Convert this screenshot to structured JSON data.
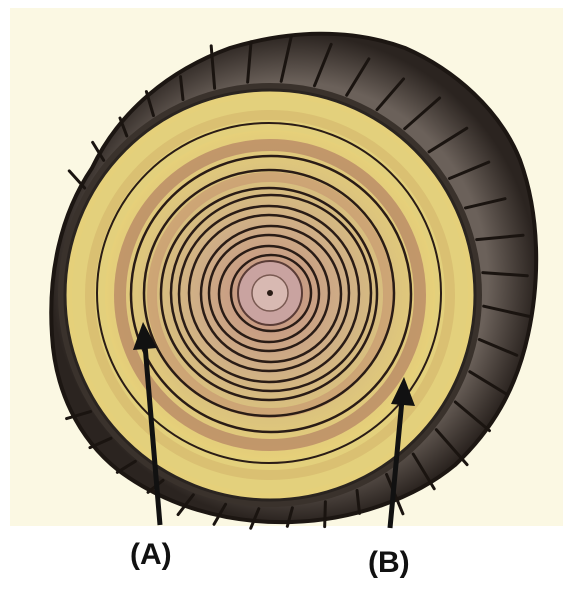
{
  "labels": {
    "a": "(A)",
    "b": "(B)"
  },
  "colors": {
    "background": "#fbf8e3",
    "bark_outer": "#2b2420",
    "bark_mid": "#5e544c",
    "bark_light": "#9a918a",
    "sapwood": "#e3d07c",
    "ring_band": "#b98a66",
    "ring_line": "#2a1c16",
    "pith": "#c9a3a0",
    "arrow": "#111111"
  },
  "figure": {
    "ring_line_count": 11,
    "pointer_count": 2
  }
}
